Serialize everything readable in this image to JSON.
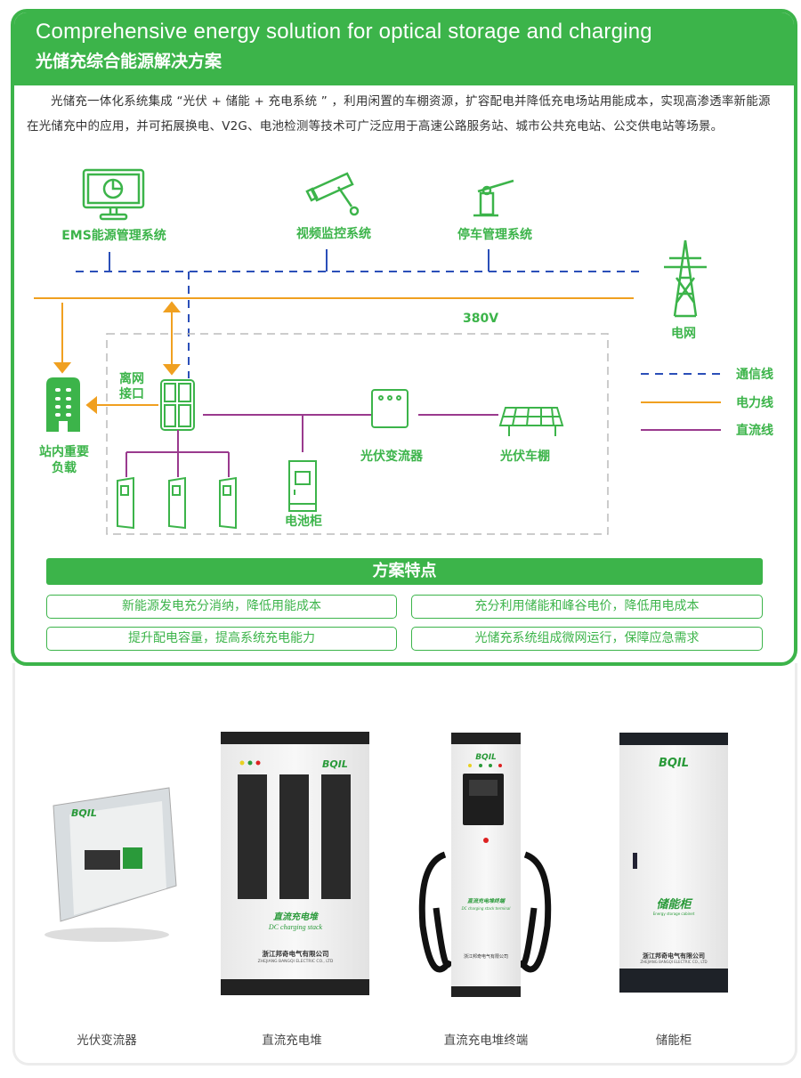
{
  "header": {
    "title_en": "Comprehensive energy solution for optical storage and charging",
    "title_cn": "光储充综合能源解决方案"
  },
  "intro": "光储充一体化系统集成 “光伏 + 储能 + 充电系统 ” ，利用闲置的车棚资源，扩容配电并降低充电场站用能成本，实现高渗透率新能源在光储充中的应用，并可拓展换电、V2G、电池检测等技术可广泛应用于高速公路服务站、城市公共充电站、公交供电站等场景。",
  "diagram": {
    "ems": "EMS能源管理系统",
    "video": "视频监控系统",
    "parking": "停车管理系统",
    "grid": "电网",
    "voltage": "380V",
    "load_line1": "站内重要",
    "load_line2": "负载",
    "offgrid_line1": "离网",
    "offgrid_line2": "接口",
    "pv_inverter": "光伏变流器",
    "pv_carport": "光伏车棚",
    "battery": "电池柜",
    "legend": [
      {
        "label": "通信线",
        "color": "#2b4fb8"
      },
      {
        "label": "电力线",
        "color": "#f0a020"
      },
      {
        "label": "直流线",
        "color": "#9a3a8e"
      }
    ]
  },
  "features": {
    "title": "方案特点",
    "items": [
      "新能源发电充分消纳，降低用能成本",
      "充分利用储能和峰谷电价，降低用电成本",
      "提升配电容量，提高系统充电能力",
      "光储充系统组成微网运行，保障应急需求"
    ]
  },
  "products": {
    "brand": "BQIL",
    "company_cn": "浙江邦奇电气有限公司",
    "company_en": "ZHEJIANG BANGQI ELECTRIC CO., LTD",
    "stack_cn": "直流充电堆",
    "stack_en": "DC charging stack",
    "terminal_cn": "直流充电堆终端",
    "terminal_en": "DC charging stack terminal",
    "cabinet_cn": "储能柜",
    "cabinet_en": "Energy storage cabinet",
    "labels": [
      "光伏变流器",
      "直流充电堆",
      "直流充电堆终端",
      "储能柜"
    ]
  },
  "colors": {
    "green": "#3cb44a",
    "blue": "#2b4fb8",
    "orange": "#f0a020",
    "purple": "#9a3a8e"
  }
}
